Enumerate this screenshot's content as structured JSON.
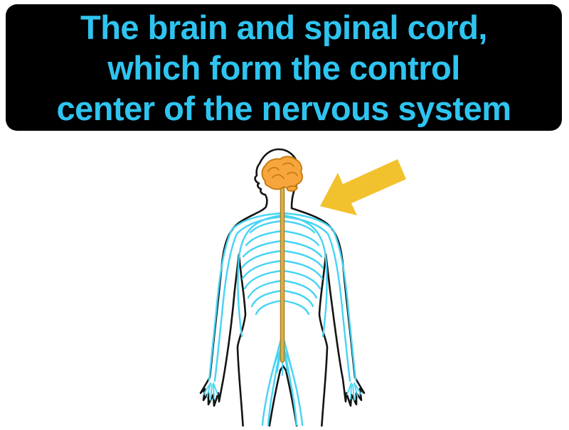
{
  "banner": {
    "lines": [
      "The brain and spinal cord,",
      "which form the control",
      "center of the nervous system"
    ],
    "text_color": "#2EC4F0",
    "background": "#000000"
  },
  "illustration": {
    "name": "central-nervous-system-figure",
    "icons": [
      "human-figure",
      "brain-icon",
      "spinal-cord",
      "peripheral-nerves",
      "arrow-icon"
    ]
  },
  "colors": {
    "nerves": "#45D4F4",
    "brain": "#F6A63C",
    "brain_outline": "#C97C14",
    "spinal_cord": "#E2B04A",
    "arrow": "#F2C12E",
    "outline": "#141414"
  }
}
